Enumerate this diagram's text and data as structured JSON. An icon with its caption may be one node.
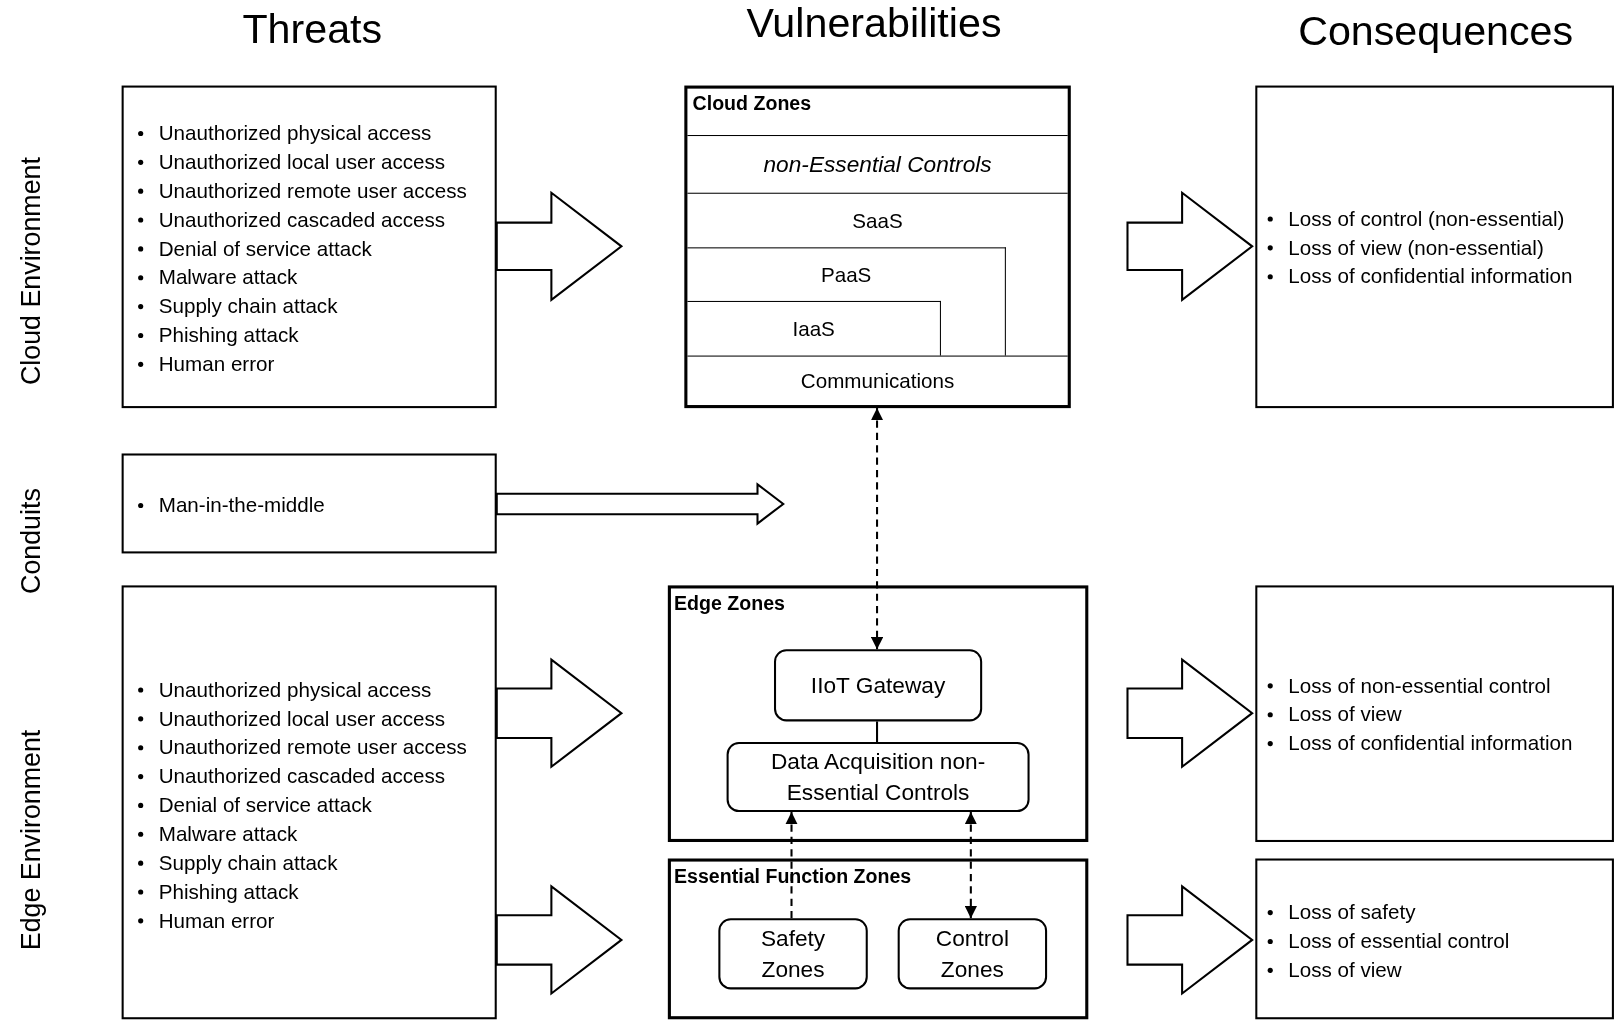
{
  "diagram": {
    "nodes": [
      {
        "text": [
          "Unauthorized physical access",
          "Unauthorized local user access",
          "Unauthorized remote user access",
          "Unauthorized cascaded access",
          "Denial of service attack",
          "Malware attack",
          "Supply chain attack",
          "Phishing attack",
          "Human error"
        ]
      },
      {
        "text": [
          "Cloud Zones"
        ]
      },
      {
        "text": [
          "non-Essential Controls"
        ],
        "in": 1
      },
      {
        "text": [
          "SaaS"
        ],
        "in": 1
      },
      {
        "text": [
          "PaaS"
        ],
        "in": 3
      },
      {
        "text": [
          "IaaS"
        ],
        "in": 4
      },
      {
        "text": [
          "Communications"
        ],
        "in": 1
      },
      {
        "text": [
          "Loss of control (non-essential)",
          "Loss of view (non-essential)",
          "Loss of confidential information"
        ]
      },
      {
        "text": [
          "Man-in-the-middle"
        ]
      },
      {
        "text": [
          "Edge Zones"
        ]
      },
      {
        "text": [
          "IIoT Gateway"
        ],
        "in": 9
      },
      {
        "text": [
          "Data Acquisition non-Essential Controls"
        ],
        "in": 9
      },
      {
        "text": [
          "Essential Function Zones"
        ]
      },
      {
        "text": [
          "Safety Zones"
        ],
        "in": 12
      },
      {
        "text": [
          "Control Zones"
        ],
        "in": 12
      },
      {
        "text": [
          "Unauthorized physical access",
          "Unauthorized local user access",
          "Unauthorized remote user access",
          "Unauthorized cascaded access",
          "Denial of service attack",
          "Malware attack",
          "Supply chain attack",
          "Phishing attack",
          "Human error"
        ]
      },
      {
        "text": [
          "Loss of non-essential control",
          "Loss of view",
          "Loss of confidential information"
        ]
      },
      {
        "text": [
          "Loss of safety",
          "Loss of essential control",
          "Loss of view"
        ]
      }
    ],
    "edges": [
      {
        "from": 0,
        "to": 1,
        "arrow": "to"
      },
      {
        "from": 1,
        "to": 7,
        "arrow": "to"
      },
      {
        "from": 8,
        "to": null,
        "arrow": "to"
      },
      {
        "from": 1,
        "to": 10,
        "arrow": "both",
        "style": "dashed"
      },
      {
        "from": 10,
        "to": 11,
        "arrow": "none"
      },
      {
        "from": 13,
        "to": 11,
        "arrow": "to",
        "style": "dashed"
      },
      {
        "from": 11,
        "to": 14,
        "arrow": "both",
        "style": "dashed"
      },
      {
        "from": 15,
        "to": 9,
        "arrow": "to"
      },
      {
        "from": 15,
        "to": 12,
        "arrow": "to"
      },
      {
        "from": 9,
        "to": 16,
        "arrow": "to"
      },
      {
        "from": 12,
        "to": 17,
        "arrow": "to"
      }
    ],
    "labels": [
      "Threats",
      "Vulnerabilities",
      "Consequences",
      "Cloud Environment",
      "Conduits",
      "Edge Environment"
    ]
  }
}
